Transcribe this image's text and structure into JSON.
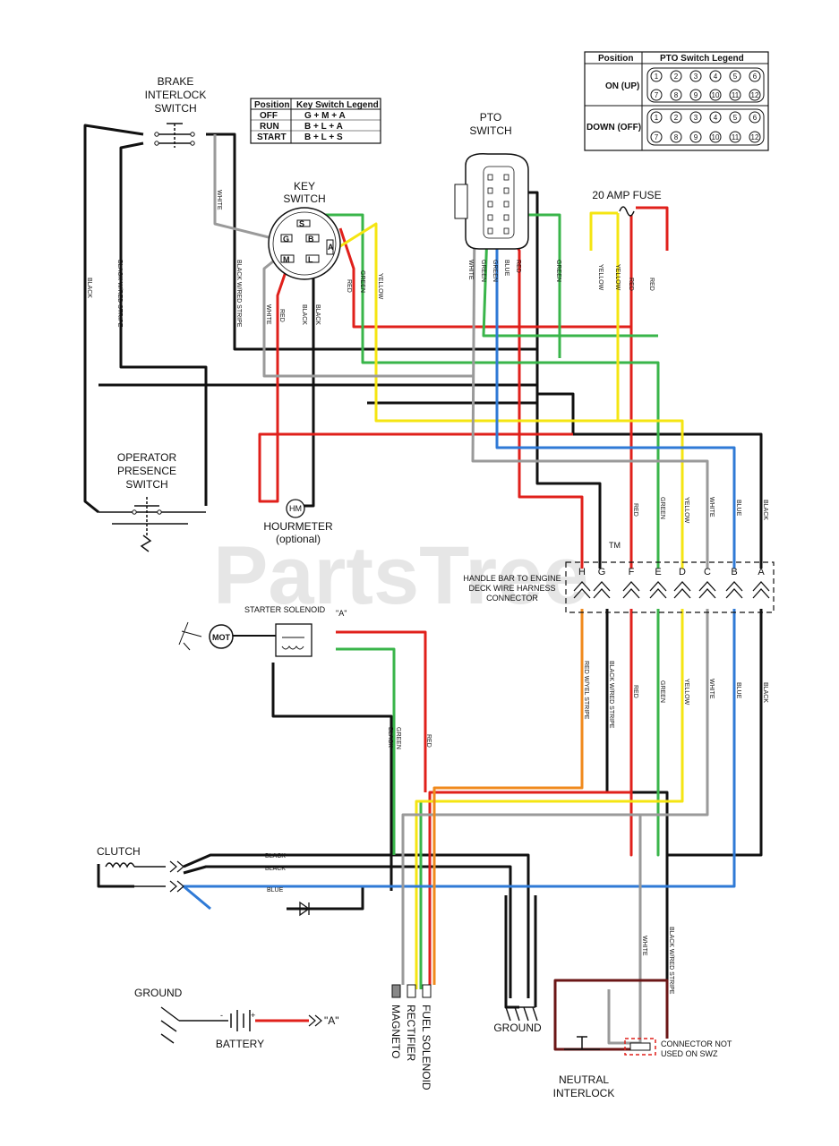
{
  "watermark": "PartsTree",
  "watermark_tm": "TM",
  "components": {
    "brake_interlock_line1": "BRAKE",
    "brake_interlock_line2": "INTERLOCK",
    "brake_interlock_line3": "SWITCH",
    "key_switch_line1": "KEY",
    "key_switch_line2": "SWITCH",
    "pto_switch_line1": "PTO",
    "pto_switch_line2": "SWITCH",
    "fuse": "20 AMP FUSE",
    "operator_line1": "OPERATOR",
    "operator_line2": "PRESENCE",
    "operator_line3": "SWITCH",
    "hourmeter_symbol": "HM",
    "hourmeter": "HOURMETER",
    "hourmeter_optional": "(optional)",
    "harness_line1": "HANDLE BAR TO ENGINE",
    "harness_line2": "DECK WIRE HARNESS",
    "harness_line3": "CONNECTOR",
    "starter_solenoid": "STARTER SOLENOID",
    "solenoid_ref": "\"A\"",
    "motor": "MOT",
    "clutch": "CLUTCH",
    "ground_left": "GROUND",
    "battery": "BATTERY",
    "battery_ref": "\"A\"",
    "battery_minus": "-",
    "battery_plus": "+",
    "magneto": "MAGNETO",
    "rectifier": "RECTIFIER",
    "fuel_solenoid": "FUEL SOLENOID",
    "ground_center": "GROUND",
    "neutral_line1": "NEUTRAL",
    "neutral_line2": "INTERLOCK",
    "connector_note_line1": "CONNECTOR NOT",
    "connector_note_line2": "USED ON SWZ"
  },
  "key_legend": {
    "headers": [
      "Position",
      "Key Switch Legend"
    ],
    "rows": [
      [
        "OFF",
        "G + M + A"
      ],
      [
        "RUN",
        "B + L + A"
      ],
      [
        "START",
        "B + L + S"
      ]
    ]
  },
  "key_terminals": [
    "G",
    "S",
    "B",
    "A",
    "M",
    "L"
  ],
  "pto_legend": {
    "headers": [
      "Position",
      "PTO Switch Legend"
    ],
    "on_label": "ON (UP)",
    "down_label": "DOWN (OFF)",
    "pins_top": [
      "1",
      "2",
      "3",
      "4",
      "5",
      "6"
    ],
    "pins_bottom": [
      "7",
      "8",
      "9",
      "10",
      "11",
      "12"
    ]
  },
  "connector_pins": [
    "H",
    "G",
    "F",
    "E",
    "D",
    "C",
    "B",
    "A"
  ],
  "wire_labels": {
    "white": "WHITE",
    "black": "BLACK",
    "black_red": "BLACK W/RED STRIPE",
    "red": "RED",
    "green": "GREEN",
    "yellow": "YELLOW",
    "blue": "BLUE",
    "red_yel": "RED W/YEL STRIPE"
  },
  "colors": {
    "black": "#111111",
    "red": "#e0201b",
    "green": "#39b54a",
    "yellow": "#f5e512",
    "blue": "#2f7ad6",
    "white_wire": "#9a9a9a",
    "orange": "#f08a1c",
    "brown": "#6b1616"
  }
}
